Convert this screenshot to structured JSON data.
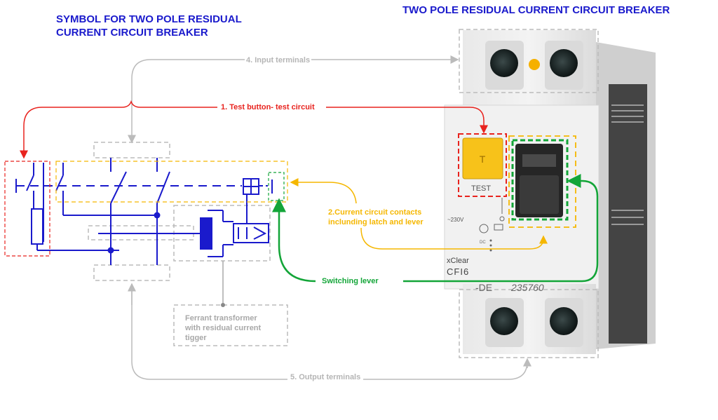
{
  "titles": {
    "symbol_line1": "SYMBOL FOR TWO POLE RESIDUAL",
    "symbol_line2": "CURRENT CIRCUIT BREAKER",
    "device": "TWO POLE RESIDUAL CURRENT CIRCUIT BREAKER"
  },
  "labels": {
    "input_terminals": "4. Input terminals",
    "test_button": "1. Test button- test circuit",
    "contacts_line1": "2.Current circuit contacts",
    "contacts_line2": "inclunding latch and lever",
    "switching_lever": "Switching lever",
    "ferrant_line1": "Ferrant transformer",
    "ferrant_line2": "with residual current",
    "ferrant_line3": "tigger",
    "output_terminals": "5. Output terminals"
  },
  "device": {
    "test_label": "TEST",
    "voltage": "~230V",
    "brand": "xClear",
    "model": "CFI6",
    "code_left": "-DE",
    "code_right": "235760",
    "mini_text": "DC"
  },
  "colors": {
    "circuit_blue": "#1a1acc",
    "test_red": "#e8231e",
    "contacts_yellow": "#f5b700",
    "lever_green": "#13a538",
    "terminals_gray": "#bbbbbb",
    "ferrant_gray": "#a8a8a8"
  }
}
